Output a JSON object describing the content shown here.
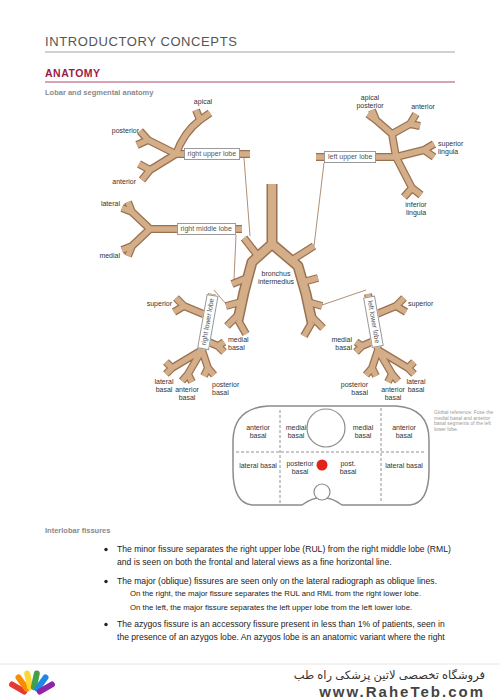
{
  "diagram": {
    "title": "ANATOMY",
    "nodes": [
      {
        "text": [
          "right upper lobe"
        ]
      },
      {
        "text": [
          "left upper lobe"
        ]
      },
      {
        "text": [
          "right middle lobe"
        ]
      },
      {
        "text": [
          "right lower lobe"
        ]
      },
      {
        "text": [
          "left lower lobe"
        ]
      }
    ],
    "labels": [
      "INTRODUCTORY CONCEPTS",
      "Lobar and segmental anatomy",
      "apical",
      "posterior",
      "anterior",
      "apical posterior",
      "anterior",
      "superior lingula",
      "inferior lingula",
      "lateral",
      "medial",
      "bronchus intermedius",
      "superior",
      "medial basal",
      "posterior basal",
      "lateral basal",
      "anterior basal",
      "superior",
      "medial basal",
      "posterior basal",
      "anterior basal",
      "lateral basal",
      "anterior basal",
      "medial basal",
      "medial basal",
      "anterior basal",
      "lateral basal",
      "posterior basal",
      "post. basal",
      "lateral basal",
      "Global reference: Fuse the medial basal and anterior basal segments of the left lower lobe.",
      "Interlobar fissures",
      "The minor fissure separates the right upper lobe (RUL) from the right middle lobe (RML) and is seen on both the frontal and lateral views as a fine horizontal line.",
      "The major (oblique) fissures are seen only on the lateral radiograph as oblique lines.",
      "On the right, the major fissure separates the RUL and RML from the right lower lobe.",
      "On the left, the major fissure separates the left upper lobe from the left lower lobe.",
      "The azygos fissure is an accessory fissure present in less than 1% of patients, seen in the presence of an azygos lobe. An azygos lobe is an anatomic variant where the right",
      "فروشگاه تخصصی لاتین پزشکی راه طب",
      "www.RaheTeb.com"
    ]
  }
}
